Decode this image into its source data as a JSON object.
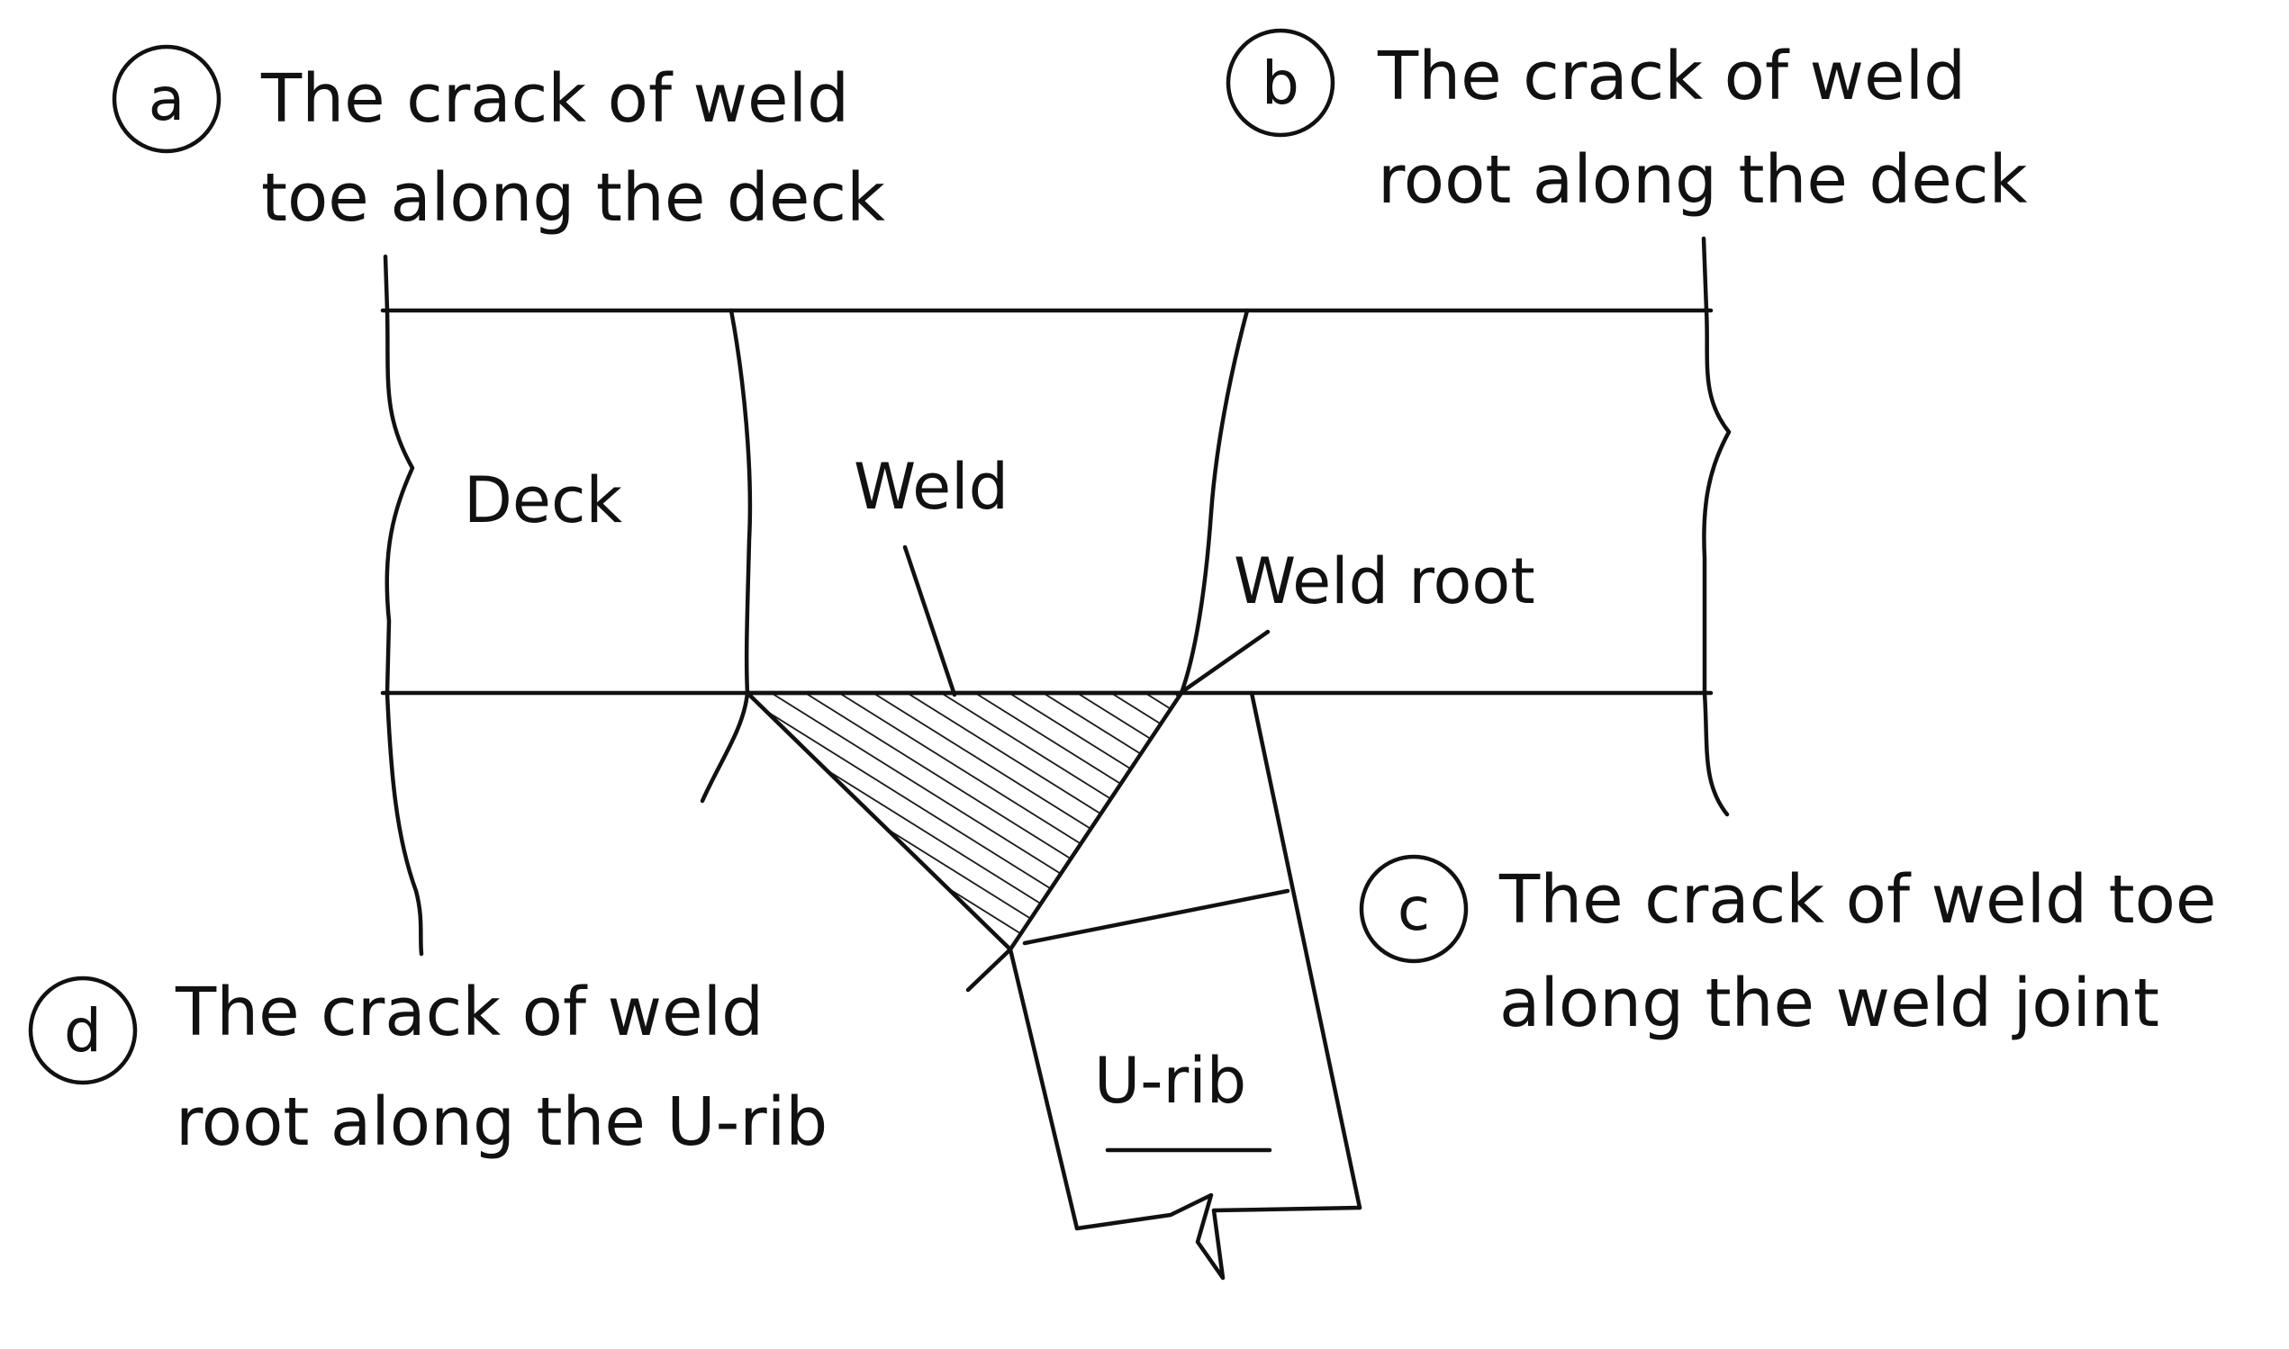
{
  "annotations": [
    {
      "letter": "a",
      "lines": [
        "The crack of weld",
        "toe along the deck"
      ]
    },
    {
      "letter": "b",
      "lines": [
        "The crack of weld",
        "root along the deck"
      ]
    },
    {
      "letter": "c",
      "lines": [
        "The crack of weld toe",
        "along the weld joint"
      ]
    },
    {
      "letter": "d",
      "lines": [
        "The crack of weld",
        "root along the U-rib"
      ]
    }
  ],
  "parts": {
    "deck": "Deck",
    "weld": "Weld",
    "weld_root": "Weld root",
    "u_rib": "U-rib"
  }
}
